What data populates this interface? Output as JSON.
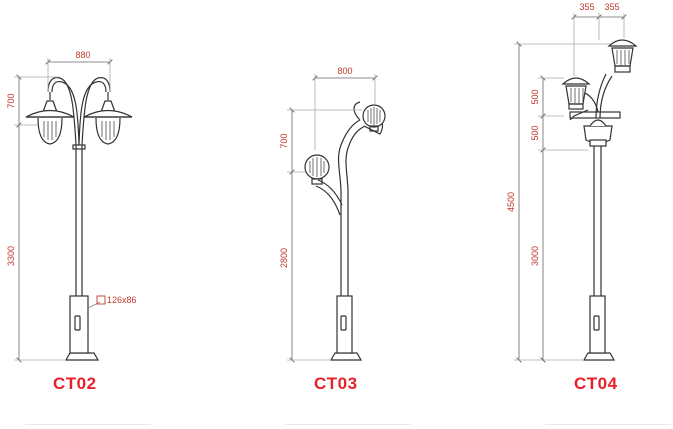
{
  "colors": {
    "label": "#e8202a",
    "dimension": "#c0392b",
    "line": "#333333",
    "guide": "#888888"
  },
  "poles": [
    {
      "id": "ct02",
      "label": "CT02",
      "dims": {
        "width": "880",
        "top": "700",
        "height": "3300",
        "section": "126x86"
      }
    },
    {
      "id": "ct03",
      "label": "CT03",
      "dims": {
        "width": "800",
        "top": "700",
        "height": "2800"
      }
    },
    {
      "id": "ct04",
      "label": "CT04",
      "dims": {
        "left": "355",
        "right": "355",
        "upper": "500",
        "middle": "500",
        "total": "4500",
        "height": "3000"
      }
    }
  ]
}
